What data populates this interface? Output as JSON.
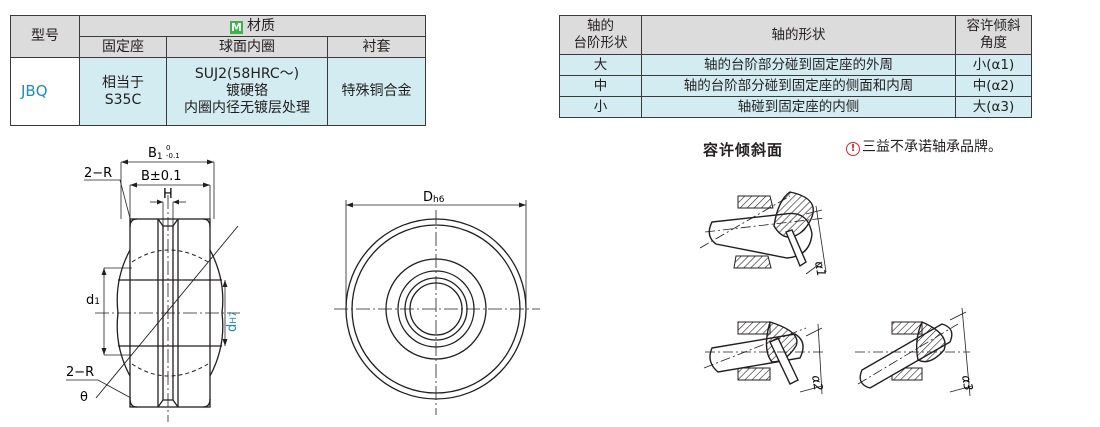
{
  "material_table": {
    "col_model": "型号",
    "material_title": "材质",
    "material_icon": "M",
    "col_holder": "固定座",
    "col_inner": "球面内圈",
    "col_liner": "衬套",
    "row": {
      "model": "JBQ",
      "holder_line1": "相当于",
      "holder_line2": "S35C",
      "inner_line1": "SUJ2(58HRC～)",
      "inner_line2": "镀硬铬",
      "inner_line3": "内圈内径无镀层处理",
      "liner": "特殊铜合金"
    }
  },
  "tilt_table": {
    "col_step_line1": "轴的",
    "col_step_line2": "台阶形状",
    "col_shape": "轴的形状",
    "col_angle_line1": "容许倾斜",
    "col_angle_line2": "角度",
    "rows": [
      {
        "step": "大",
        "shape": "轴的台阶部分碰到固定座的外周",
        "angle": "小(α1)"
      },
      {
        "step": "中",
        "shape": "轴的台阶部分碰到固定座的侧面和内周",
        "angle": "中(α2)"
      },
      {
        "step": "小",
        "shape": "轴碰到固定座的内侧",
        "angle": "大(α3)"
      }
    ]
  },
  "caption": "容许倾斜面",
  "note": "三益不承诺轴承品牌。",
  "note_icon": "!",
  "drawing_labels": {
    "b1": "B",
    "b1_tol_upper": "0",
    "b1_tol_lower": "-0.1",
    "b1_sub": "1",
    "b": "B±0.1",
    "h": "H",
    "r_top": "2−R",
    "r_bottom": "2−R",
    "d1": "d",
    "d1_sub": "1",
    "dh7": "d",
    "dh7_sub": "H7",
    "theta": "θ",
    "dh6": "D",
    "dh6_sub": "h6",
    "a1": "α1",
    "a2": "α2",
    "a3": "α3"
  },
  "colors": {
    "accent_blue": "#1a8cc7",
    "cyan_fill": "#d2ecf1",
    "header_gray": "#dcdcdc",
    "m_green": "#39b54a",
    "warn_red": "#d6262e"
  }
}
